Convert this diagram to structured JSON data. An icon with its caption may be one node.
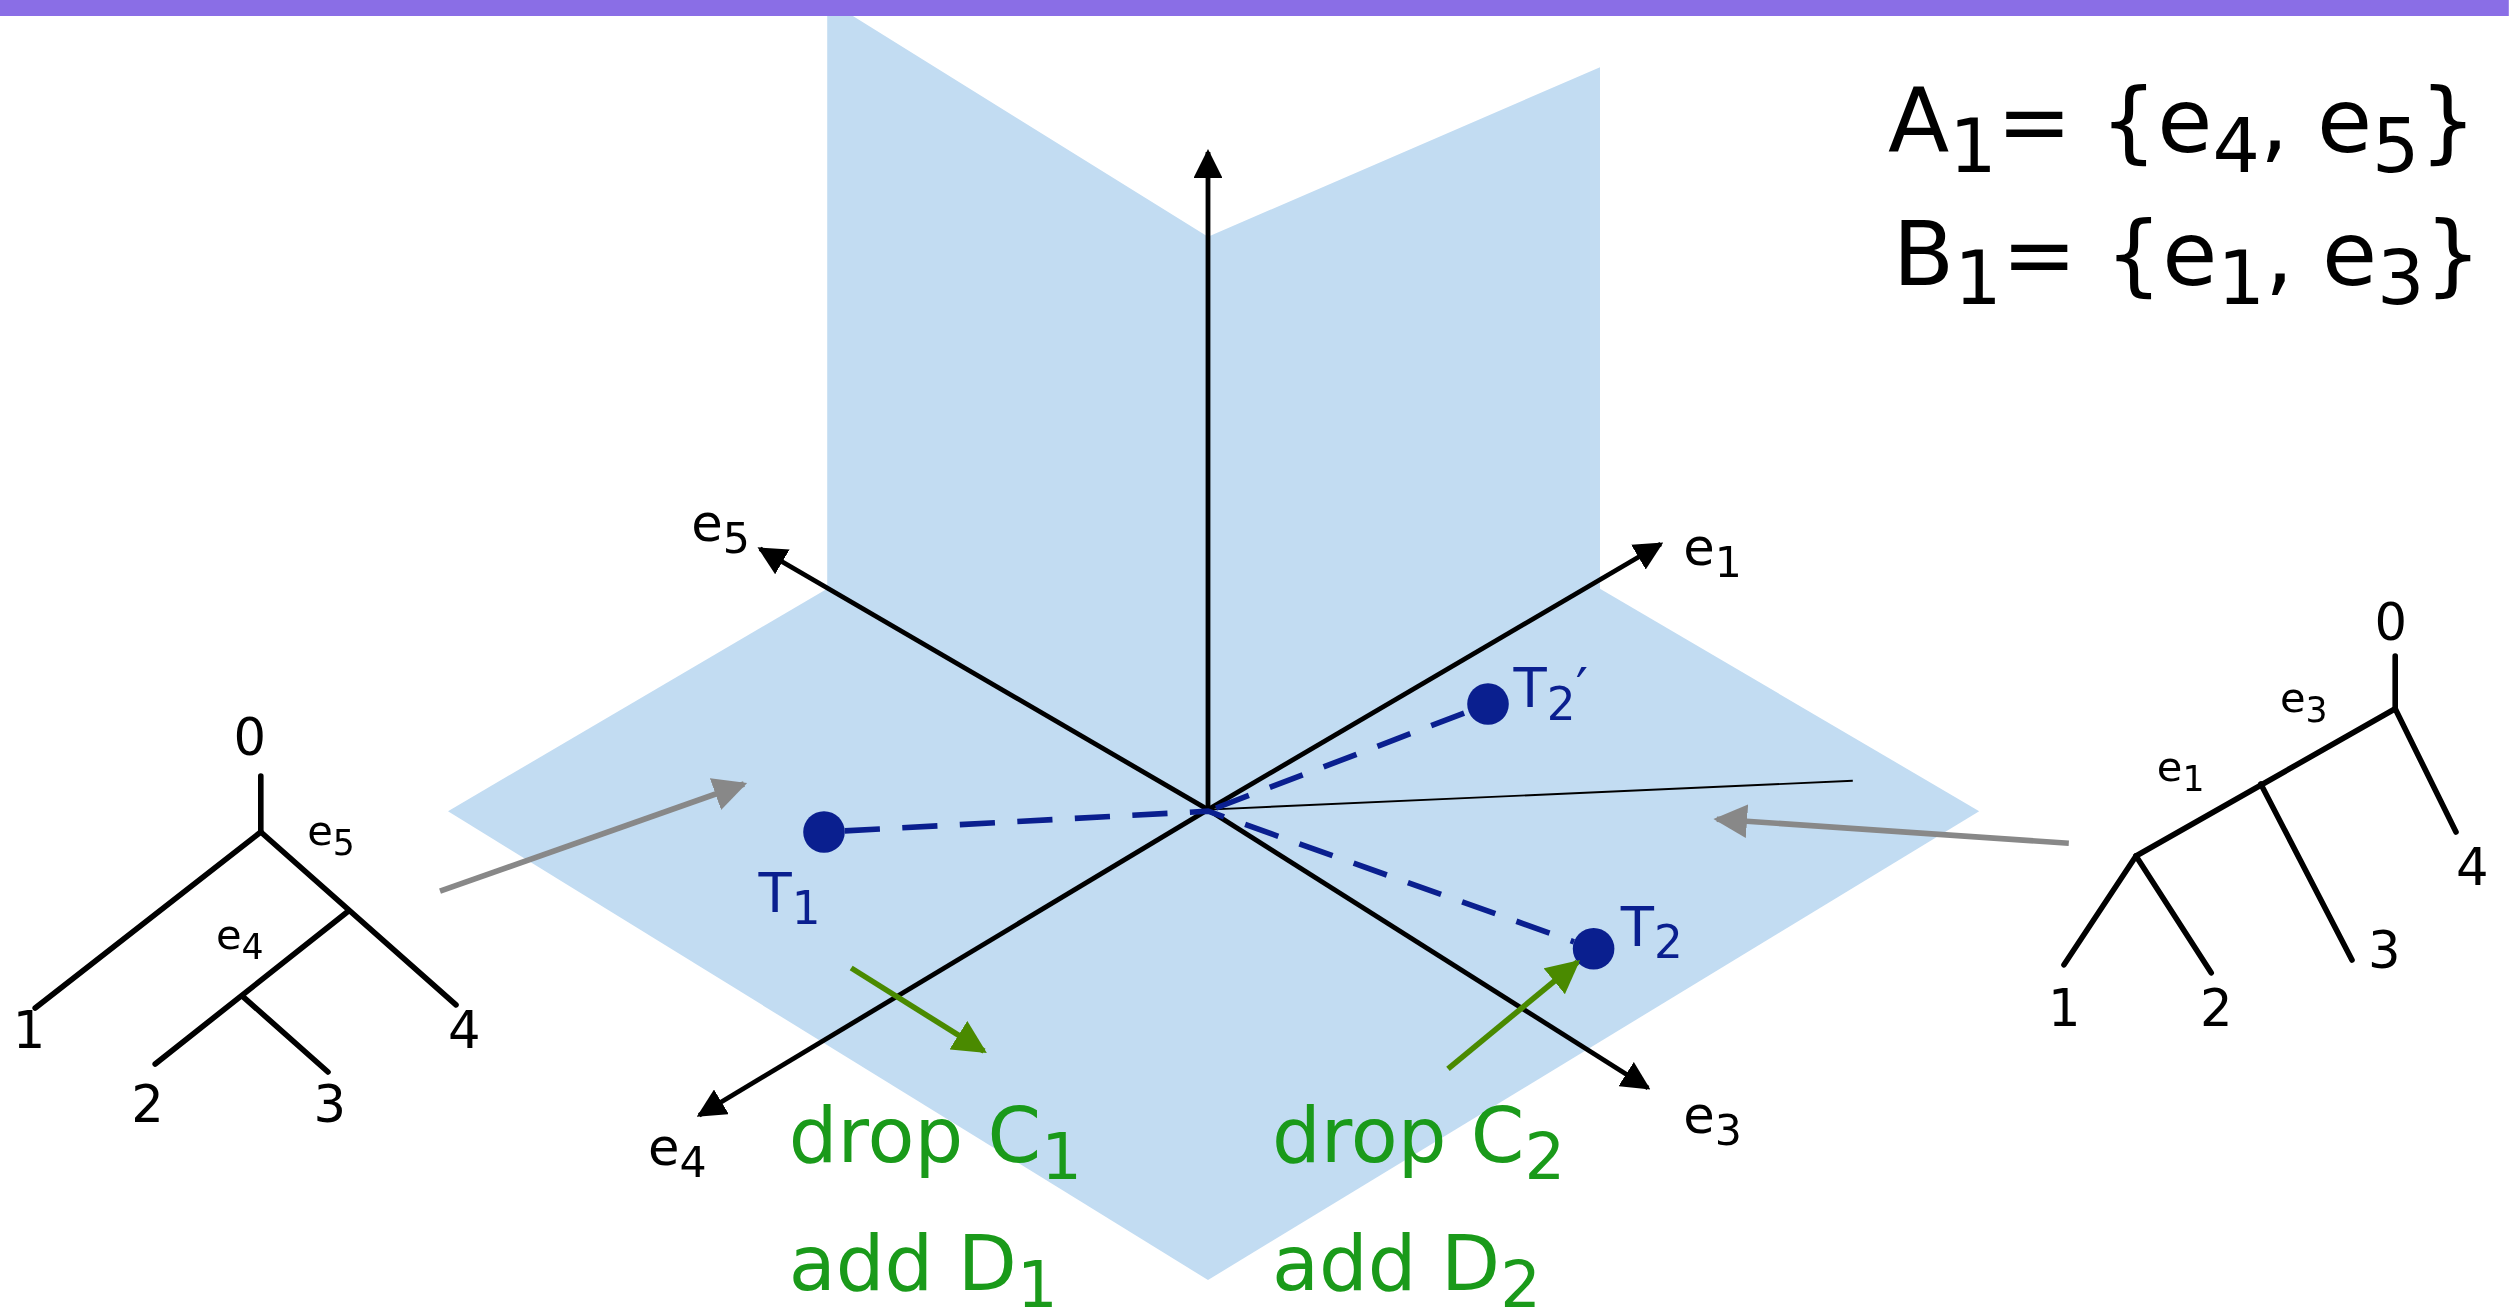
{
  "diagram": {
    "nodes": [
      {
        "text": [
          "0",
          "e$_{5}$",
          "e$_{4}$",
          "1",
          "4",
          "2",
          "3"
        ]
      },
      {
        "text": [],
        "shape": "circle",
        "beside": [
          "T$_{1}$"
        ]
      },
      {
        "text": [],
        "shape": "circle",
        "beside": [
          "T$_{2}$′"
        ]
      },
      {
        "text": [],
        "shape": "circle",
        "beside": [
          "T$_{2}$"
        ]
      },
      {
        "text": [
          "0",
          "e$_{3}$",
          "e$_{1}$",
          "4",
          "3",
          "1",
          "2"
        ]
      },
      {
        "text": [
          "drop C$_{1}$ add D$_{1}$"
        ]
      },
      {
        "text": [
          "drop C$_{2}$ add D$_{2}$"
        ]
      }
    ],
    "edges": [
      {
        "from": 0,
        "to": null,
        "arrow": "to",
        "color": "#888888"
      },
      {
        "from": 4,
        "to": null,
        "arrow": "to",
        "color": "#888888"
      },
      {
        "from": 1,
        "to": 3,
        "arrow": "none",
        "style": "dashed",
        "color": "#0a1f8f"
      },
      {
        "from": null,
        "to": 2,
        "arrow": "none",
        "style": "dashed",
        "color": "#0a1f8f"
      },
      {
        "from": null,
        "to": 5,
        "arrow": "to",
        "color": "#4a8a00"
      },
      {
        "from": 6,
        "to": 3,
        "arrow": "to",
        "color": "#4a8a00"
      }
    ],
    "labels": [
      "A$_{1}$= {e$_{4}$, e$_{5}$}",
      "B$_{1}$= {e$_{1}$, e$_{3}$}",
      "e$_{5}$",
      "e$_{1}$",
      "e$_{4}$",
      "e$_{3}$"
    ]
  }
}
